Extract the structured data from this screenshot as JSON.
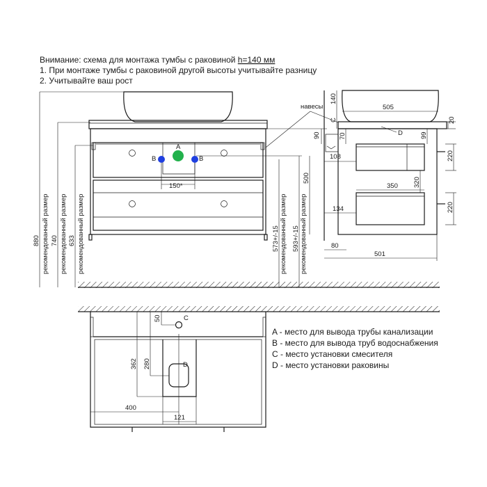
{
  "notes": {
    "line1_prefix": "Внимание: схема для монтажа тумбы с раковиной ",
    "line1_height": "h=140 мм",
    "line2": "1. При монтаже тумбы с раковиной другой высоты учитывайте разницу",
    "line3": "2. Учитывайте ваш рост"
  },
  "front": {
    "dims": {
      "d880": "880",
      "d740": "740",
      "d633": "633",
      "d573": "573+/-15",
      "d593": "593+/-15",
      "d500": "500",
      "d150": "150*"
    },
    "recommended": "рекомендованный размер",
    "points": {
      "a": "A",
      "b": "B"
    },
    "colors": {
      "point_a": "#22b14c",
      "point_b": "#1f3fe0"
    }
  },
  "side": {
    "hinges": "навесы",
    "dims": {
      "d140": "140",
      "d505": "505",
      "dC": "C",
      "d20": "20",
      "d90": "90",
      "d70": "70",
      "d99": "99",
      "d220a": "220",
      "d108": "108",
      "d320": "320",
      "d350": "350",
      "d220b": "220",
      "d134": "134",
      "d80": "80",
      "d501": "501"
    },
    "label_d": "D"
  },
  "top": {
    "dims": {
      "d50": "50",
      "d362": "362",
      "d280": "280",
      "d400": "400",
      "d121": "121"
    },
    "label_c": "C",
    "label_d": "D"
  },
  "legend": [
    {
      "key": "A",
      "text": "A - место для вывода трубы канализации"
    },
    {
      "key": "B",
      "text": "B - место для вывода труб водоснабжения"
    },
    {
      "key": "C",
      "text": "C - место установки смесителя"
    },
    {
      "key": "D",
      "text": "D - место установки раковины"
    }
  ]
}
